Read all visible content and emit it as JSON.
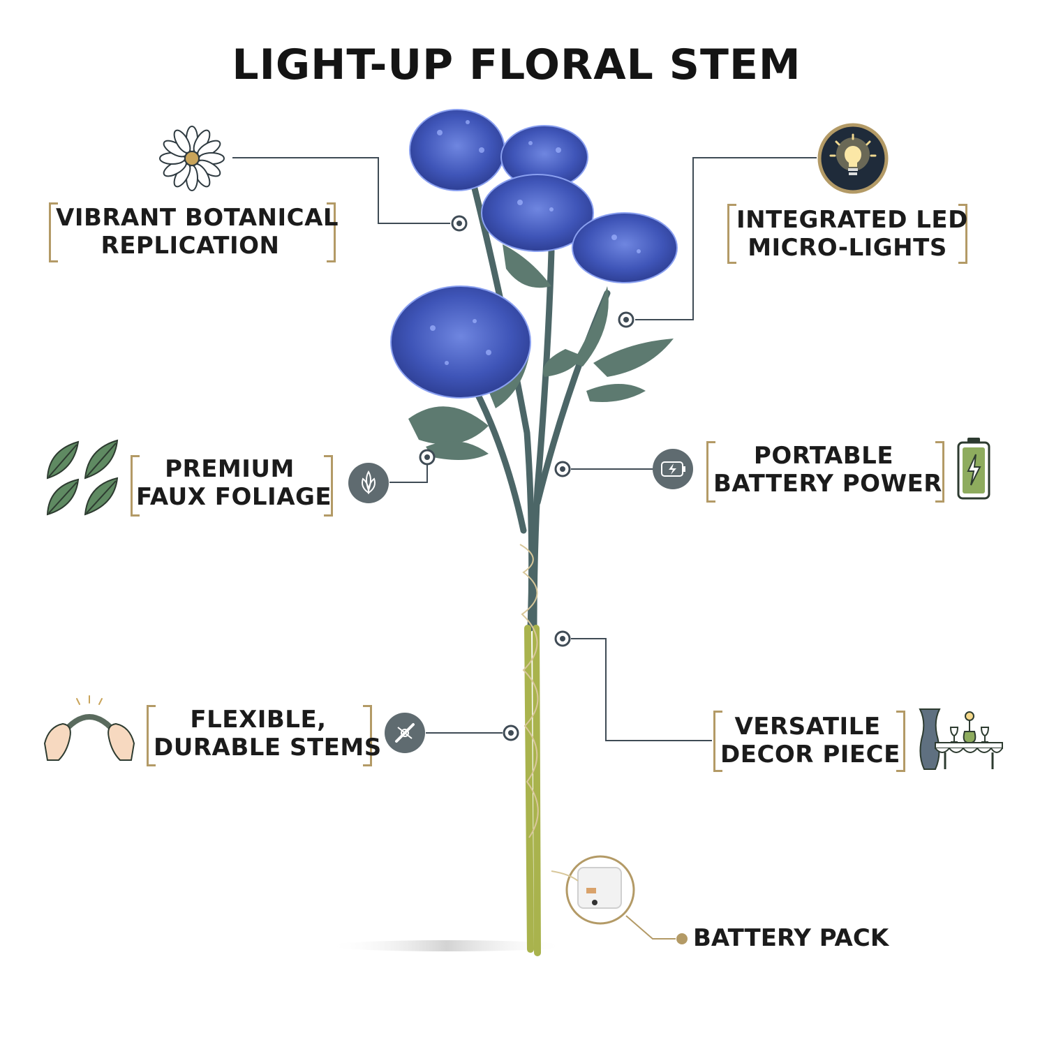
{
  "title": "LIGHT-UP FLORAL STEM",
  "features": {
    "botanical": {
      "line1": "VIBRANT BOTANICAL",
      "line2": "REPLICATION",
      "icon": "daisy-icon"
    },
    "led": {
      "line1": "INTEGRATED LED",
      "line2": "MICRO-LIGHTS",
      "icon": "lightbulb-icon"
    },
    "foliage": {
      "line1": "PREMIUM",
      "line2": "FAUX FOLIAGE",
      "icon": "leaves-icon"
    },
    "battery": {
      "line1": "PORTABLE",
      "line2": "BATTERY POWER",
      "icon": "battery-icon"
    },
    "stems": {
      "line1": "FLEXIBLE,",
      "line2": "DURABLE STEMS",
      "icon": "bending-hands-icon"
    },
    "decor": {
      "line1": "VERSATILE",
      "line2": "DECOR PIECE",
      "icon": "vase-table-icon"
    },
    "pack": {
      "label": "BATTERY PACK",
      "icon": "battery-pack-image"
    }
  },
  "colors": {
    "flower": "#3f55b8",
    "stem": "#a9b34d",
    "leaf": "#5d7a70",
    "accent_gold": "#b39a66",
    "connector": "#3f4b55",
    "badge": "#5f6b70"
  }
}
